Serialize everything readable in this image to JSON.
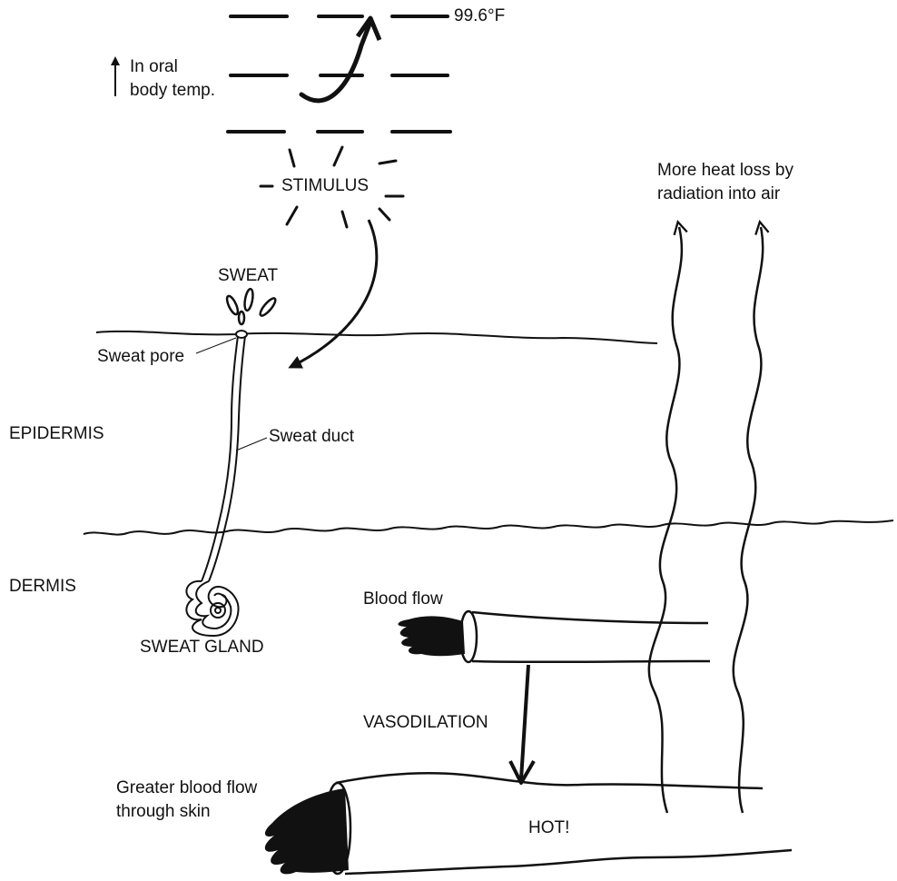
{
  "temperature": {
    "reading": "99.6°F",
    "change_line1": "In oral",
    "change_line2": "body temp."
  },
  "labels": {
    "stimulus": "STIMULUS",
    "heat_loss_line1": "More heat loss by",
    "heat_loss_line2": "radiation into air",
    "sweat": "SWEAT",
    "sweat_pore": "Sweat pore",
    "sweat_duct": "Sweat duct",
    "epidermis": "EPIDERMIS",
    "dermis": "DERMIS",
    "sweat_gland": "SWEAT GLAND",
    "blood_flow": "Blood flow",
    "vasodilation": "VASODILATION",
    "greater_flow_line1": "Greater blood flow",
    "greater_flow_line2": "through skin",
    "hot": "HOT!"
  },
  "icons": [
    "up-arrow-icon",
    "curved-arrow-icon",
    "hand-icon",
    "wavy-arrow-icon"
  ]
}
